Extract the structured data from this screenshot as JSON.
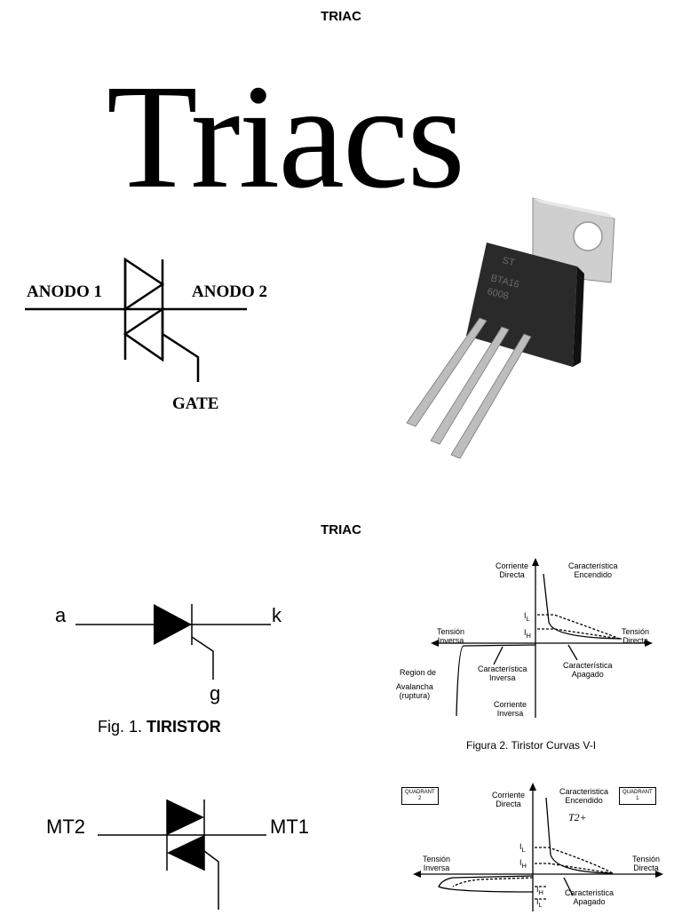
{
  "section1": {
    "heading": "TRIAC",
    "big_title": "Triacs",
    "symbol": {
      "anode1": "ANODO 1",
      "anode2": "ANODO 2",
      "gate": "GATE"
    }
  },
  "section2": {
    "heading": "TRIAC",
    "fig1": {
      "a": "a",
      "k": "k",
      "g": "g",
      "caption_prefix": "Fig. 1.",
      "caption_bold": "TIRISTOR"
    },
    "fig2": {
      "corriente_directa": "Corriente\nDirecta",
      "caracteristica_encendido": "Característica\nEncendido",
      "tension_inversa": "Tensión\nInversa",
      "tension_directa": "Tensión\nDirecta",
      "il": "I",
      "il_sub": "L",
      "ih": "I",
      "ih_sub": "H",
      "region_avalancha_1": "Region de",
      "region_avalancha_2": "Avalancha\n(ruptura)",
      "caracteristica_inversa": "Característica\nInversa",
      "caracteristica_apagado": "Característica\nApagado",
      "corriente_inversa": "Corriente\nInversa",
      "caption": "Figura 2.  Tiristor Curvas V-I"
    },
    "fig3": {
      "mt2": "MT2",
      "mt1": "MT1"
    },
    "fig4": {
      "quadrant2": "QUADRANT\n2",
      "quadrant1": "QUADRANT\n1",
      "corriente_directa": "Corriente\nDirecta",
      "caracteristica_encendido": "Caracteristica\nEncendido",
      "t2plus": "T2+",
      "tension_inversa": "Tensión\nInversa",
      "tension_directa": "Tensión\nDirecta",
      "il": "I",
      "il_sub": "L",
      "ih": "I",
      "ih_sub": "H",
      "ih2": "I",
      "ih2_sub": "H",
      "il2": "I",
      "il2_sub": "L",
      "caracteristica_apagado": "Caracteristica\nApagado"
    }
  }
}
